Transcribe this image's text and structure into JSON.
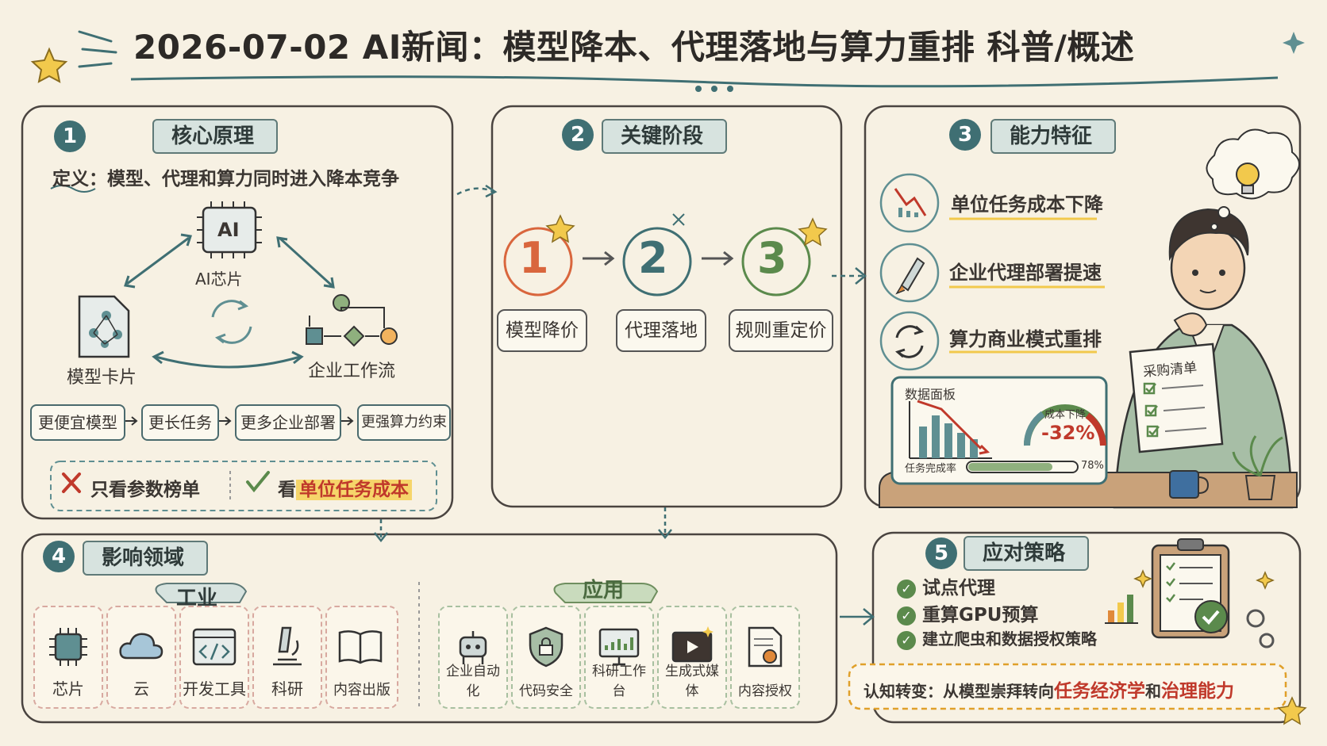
{
  "title": "2026-07-02 AI新闻：模型降本、代理落地与算力重排 科普/概述",
  "panel1": {
    "num": "1",
    "heading": "核心原理",
    "definition": "定义：模型、代理和算力同时进入降本竞争",
    "nodes": {
      "chip_text": "AI",
      "chip": "AI芯片",
      "model_card": "模型卡片",
      "workflow": "企业工作流"
    },
    "flow": [
      "更便宜模型",
      "更长任务",
      "更多企业部署",
      "更强算力约束"
    ],
    "wrong": "只看参数榜单",
    "right_prefix": "看",
    "right_highlight": "单位任务成本"
  },
  "panel2": {
    "num": "2",
    "heading": "关键阶段",
    "stages": [
      {
        "num": "1",
        "label": "模型降价"
      },
      {
        "num": "2",
        "label": "代理落地"
      },
      {
        "num": "3",
        "label": "规则重定价"
      }
    ]
  },
  "panel3": {
    "num": "3",
    "heading": "能力特征",
    "features": [
      "单位任务成本下降",
      "企业代理部署提速",
      "算力商业模式重排"
    ],
    "dashboard": {
      "title": "数据面板",
      "gauge_label": "成本下降",
      "gauge_value": "-32%",
      "progress_label": "任务完成率",
      "progress_value": "78%",
      "progress_fraction": 0.78
    },
    "checklist_title": "采购清单"
  },
  "panel4": {
    "num": "4",
    "heading": "影响领域",
    "industry_label": "工业",
    "industry": [
      "芯片",
      "云",
      "开发工具",
      "科研",
      "内容出版"
    ],
    "app_label": "应用",
    "applications": [
      "企业自动化",
      "代码安全",
      "科研工作台",
      "生成式媒体",
      "内容授权"
    ]
  },
  "panel5": {
    "num": "5",
    "heading": "应对策略",
    "items": [
      "试点代理",
      "重算GPU预算",
      "建立爬虫和数据授权策略"
    ],
    "shift_prefix": "认知转变：从模型崇拜转向",
    "shift_hl1": "任务经济学",
    "shift_mid": "和",
    "shift_hl2": "治理能力"
  },
  "colors": {
    "paper": "#f7f1e3",
    "teal": "#3f6f73",
    "red": "#c0392b",
    "yellow": "#f6d56a",
    "green": "#5b8a4c",
    "orange": "#e0893a"
  }
}
